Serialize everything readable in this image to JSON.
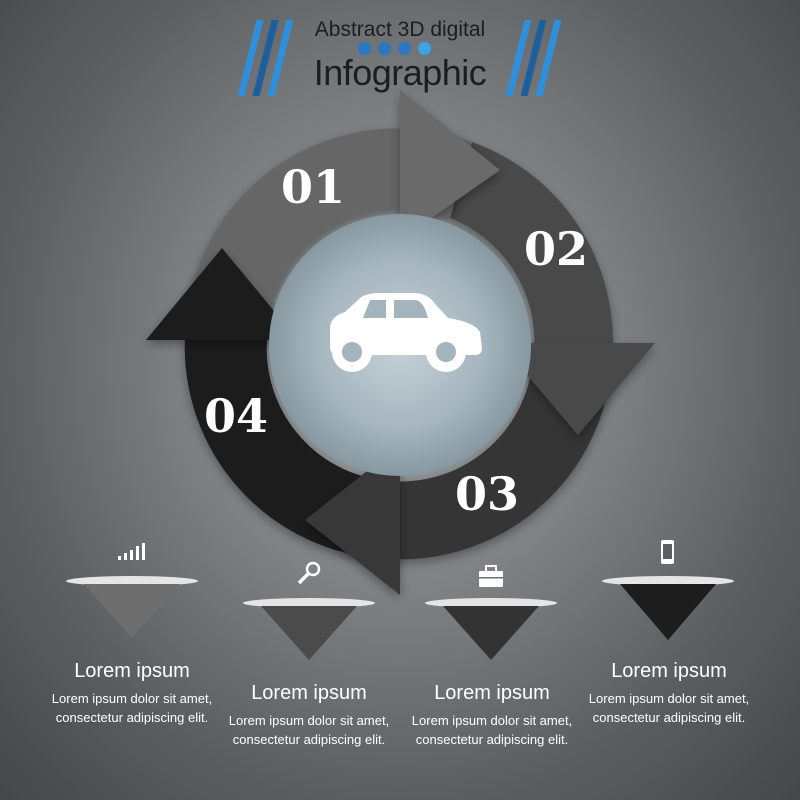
{
  "header": {
    "subtitle": "Abstract 3D digital",
    "title": "Infographic",
    "stripe_colors": [
      "#2f8fd9",
      "#1b5f9c",
      "#2f8fd9"
    ],
    "dot_color": "#2a78c2"
  },
  "cycle": {
    "center_icon": "car-icon",
    "steps": [
      {
        "number": "01",
        "color": "#6a6a6a"
      },
      {
        "number": "02",
        "color": "#4a4a4a"
      },
      {
        "number": "03",
        "color": "#353535"
      },
      {
        "number": "04",
        "color": "#1f1f1f"
      }
    ]
  },
  "columns": [
    {
      "icon": "signal-bars-icon",
      "heading": "Lorem ipsum",
      "line1": "Lorem ipsum dolor sit amet,",
      "line2": "consectetur adipiscing elit.",
      "color": "#6e6e6e"
    },
    {
      "icon": "magnifier-icon",
      "heading": "Lorem ipsum",
      "line1": "Lorem ipsum dolor sit amet,",
      "line2": "consectetur adipiscing elit.",
      "color": "#4b4b4b"
    },
    {
      "icon": "briefcase-icon",
      "heading": "Lorem ipsum",
      "line1": "Lorem ipsum dolor sit amet,",
      "line2": "consectetur adipiscing elit.",
      "color": "#333333"
    },
    {
      "icon": "phone-icon",
      "heading": "Lorem ipsum",
      "line1": "Lorem ipsum dolor sit amet,",
      "line2": "consectetur adipiscing elit.",
      "color": "#1d1d1d"
    }
  ]
}
